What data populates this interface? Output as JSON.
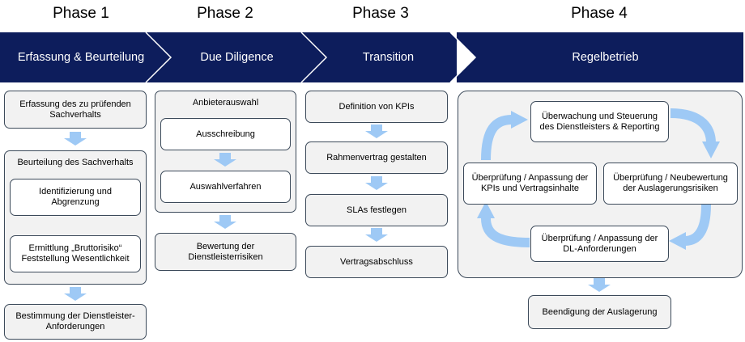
{
  "phases": [
    {
      "label": "Phase 1",
      "band": "Erfassung & Beurteilung"
    },
    {
      "label": "Phase 2",
      "band": "Due Diligence"
    },
    {
      "label": "Phase 3",
      "band": "Transition"
    },
    {
      "label": "Phase 4",
      "band": "Regelbetrieb"
    }
  ],
  "phase1": {
    "erfassung": "Erfassung des zu prüfenden Sachverhalts",
    "beurteilung_title": "Beurteilung des Sachverhalts",
    "identifizierung": "Identifizierung und Abgrenzung",
    "ermittlung_1": "Ermittlung „Bruttorisiko“",
    "ermittlung_2": "Feststellung Wesentlichkeit",
    "bestimmung": "Bestimmung der Dienstleister-Anforderungen"
  },
  "phase2": {
    "anbieterauswahl": "Anbieterauswahl",
    "ausschreibung": "Ausschreibung",
    "auswahlverfahren": "Auswahlverfahren",
    "bewertung": "Bewertung der Dienstleisterrisiken"
  },
  "phase3": {
    "kpis": "Definition von KPIs",
    "rahmenvertrag": "Rahmenvertrag gestalten",
    "slas": "SLAs festlegen",
    "vertragsabschluss": "Vertragsabschluss"
  },
  "phase4": {
    "ueberwachung": "Überwachung und Steuerung des Dienstleisters & Reporting",
    "neubewertung": "Überprüfung / Neubewertung der Auslagerungsrisiken",
    "dl_anforderungen": "Überprüfung / Anpassung der DL-Anforderungen",
    "kpis_vertrag": "Überprüfung / Anpassung der KPIs und Vertragsinhalte",
    "beendigung": "Beendigung der Auslagerung"
  },
  "colors": {
    "band": "#0d1d5c",
    "chevron_line": "#ffffff",
    "arrow": "#9ec9f5",
    "box_fill": "#f2f2f2",
    "box_border": "#3c4a5a"
  }
}
